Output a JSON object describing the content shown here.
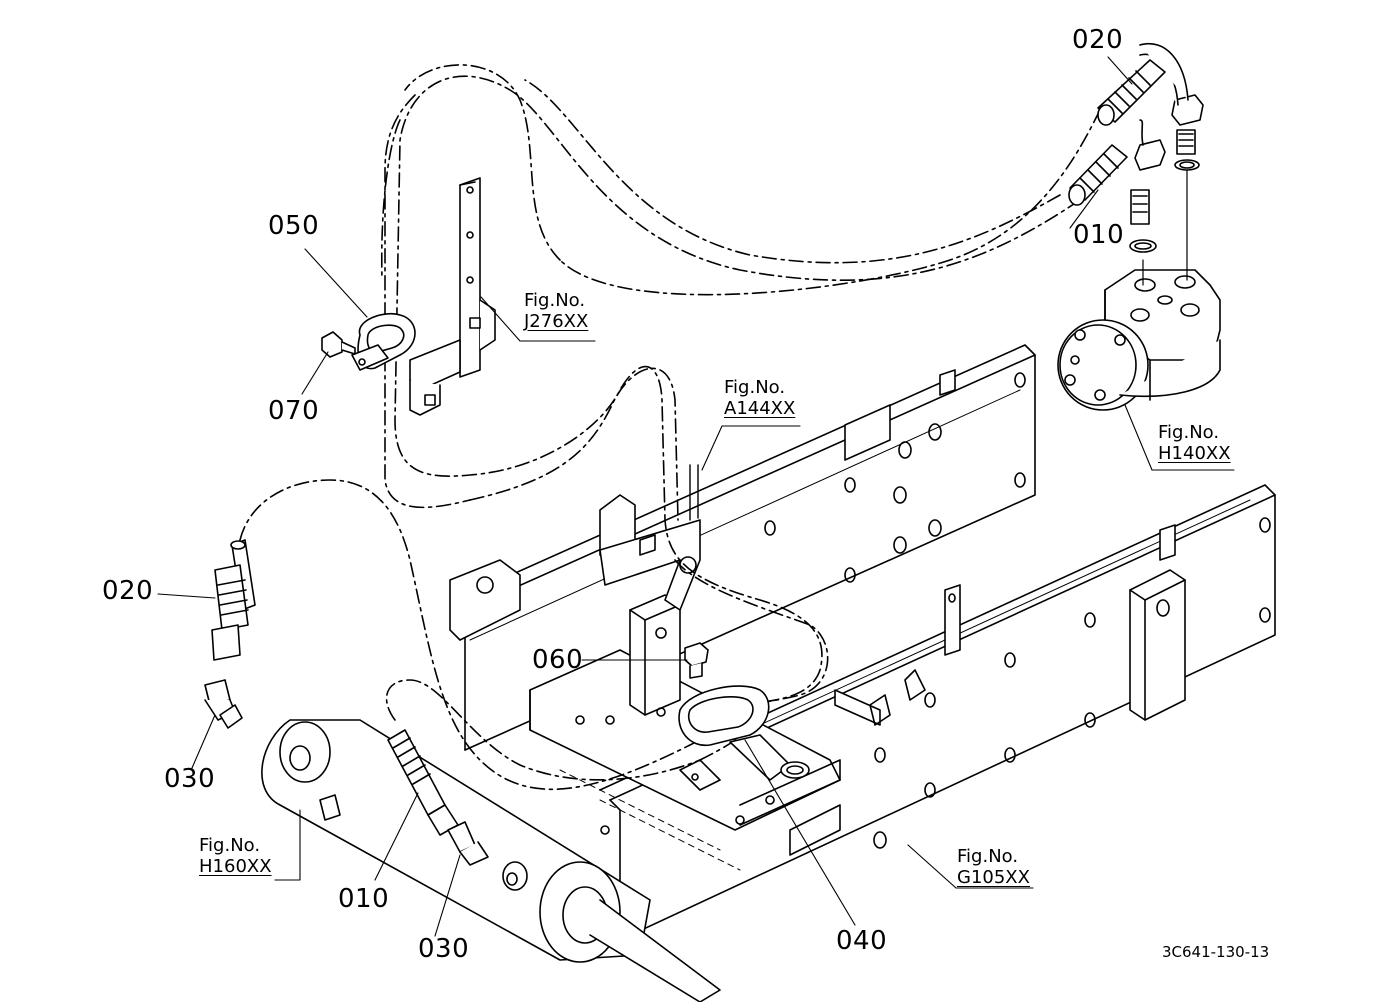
{
  "callouts": {
    "p020_top": "020",
    "p010_top": "010",
    "p050": "050",
    "p070": "070",
    "p020_left": "020",
    "p030_left": "030",
    "p060": "060",
    "p010_bottom": "010",
    "p030_bottom": "030",
    "p040": "040"
  },
  "figure_refs": {
    "j276": {
      "label": "Fig.No.",
      "code": "J276XX"
    },
    "a144": {
      "label": "Fig.No.",
      "code": "A144XX"
    },
    "h140": {
      "label": "Fig.No.",
      "code": "H140XX"
    },
    "h160": {
      "label": "Fig.No.",
      "code": "H160XX"
    },
    "g105": {
      "label": "Fig.No.",
      "code": "G105XX"
    }
  },
  "drawing_number": "3C641-130-13"
}
